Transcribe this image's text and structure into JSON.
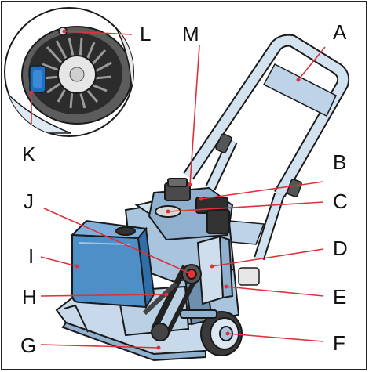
{
  "labels": {
    "A": "A",
    "B": "B",
    "C": "C",
    "D": "D",
    "E": "E",
    "F": "F",
    "G": "G",
    "H": "H",
    "I": "I",
    "J": "J",
    "K": "K",
    "L": "L",
    "M": "M"
  },
  "colors": {
    "leader": "#e0303a",
    "body": "#a9c4dd",
    "body_light": "#d3e2ef",
    "body_dark": "#6f8fae",
    "tank": "#4f8fc7",
    "outline": "#1a1a1a",
    "black_part": "#222222"
  }
}
